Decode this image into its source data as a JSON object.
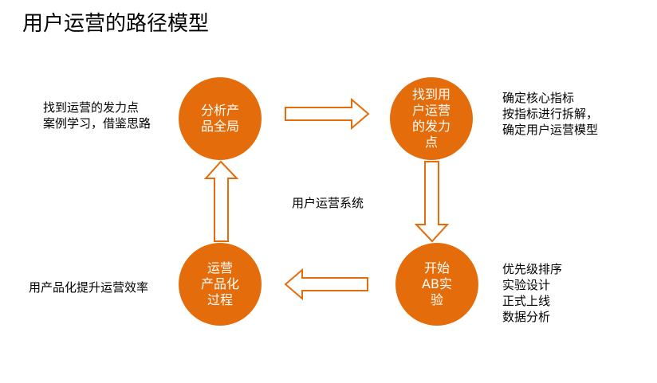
{
  "title": "用户运营的路径模型",
  "center_label": "用户运营系统",
  "colors": {
    "node_fill": "#e46c0a",
    "arrow_stroke": "#e46c0a",
    "arrow_fill": "#ffffff",
    "node_text": "#ffffff"
  },
  "nodes": {
    "analyze": {
      "lines": [
        "分析产",
        "品全局"
      ]
    },
    "find": {
      "lines": [
        "找到用",
        "户运营",
        "的发力",
        "点"
      ]
    },
    "test": {
      "lines": [
        "开始",
        "AB实",
        "验"
      ]
    },
    "productize": {
      "lines": [
        "运营",
        "产品化",
        "过程"
      ]
    }
  },
  "notes": {
    "analyze": [
      "找到运营的发力点",
      "案例学习，借鉴思路"
    ],
    "find": [
      "确定核心指标",
      "按指标进行拆解，",
      "确定用户运营模型"
    ],
    "test": [
      "优先级排序",
      "实验设计",
      "正式上线",
      "数据分析"
    ],
    "productize": [
      "用产品化提升运营效率"
    ]
  }
}
